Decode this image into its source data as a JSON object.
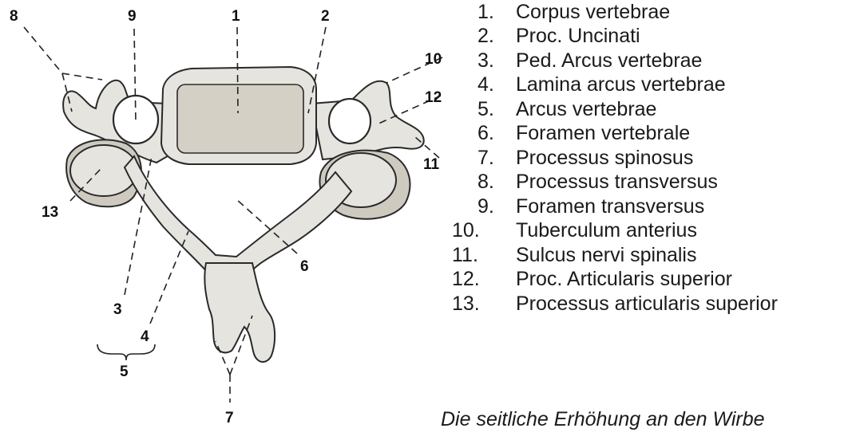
{
  "figure": {
    "callouts": [
      "1",
      "2",
      "3",
      "4",
      "5",
      "6",
      "7",
      "8",
      "9",
      "10",
      "11",
      "12",
      "13"
    ],
    "colors": {
      "bone": "#e6e4de",
      "bone_shadow": "#cfcac0",
      "line": "#222222"
    }
  },
  "legend": [
    {
      "num": "1.",
      "term": "Corpus vertebrae"
    },
    {
      "num": "2.",
      "term": "Proc. Uncinati"
    },
    {
      "num": "3.",
      "term": "Ped. Arcus vertebrae"
    },
    {
      "num": "4.",
      "term": "Lamina arcus vertebrae"
    },
    {
      "num": "5.",
      "term": "Arcus vertebrae"
    },
    {
      "num": "6.",
      "term": "Foramen vertebrale"
    },
    {
      "num": "7.",
      "term": "Processus spinosus"
    },
    {
      "num": "8.",
      "term": "Processus transversus"
    },
    {
      "num": "9.",
      "term": "Foramen transversus"
    },
    {
      "num": "10.",
      "term": "Tuberculum anterius"
    },
    {
      "num": "11.",
      "term": "Sulcus nervi spinalis"
    },
    {
      "num": "12.",
      "term": "Proc. Articularis superior"
    },
    {
      "num": "13.",
      "term": "Processus articularis superior"
    }
  ],
  "caption": "Die seitliche Erhöhung an den Wirbe"
}
